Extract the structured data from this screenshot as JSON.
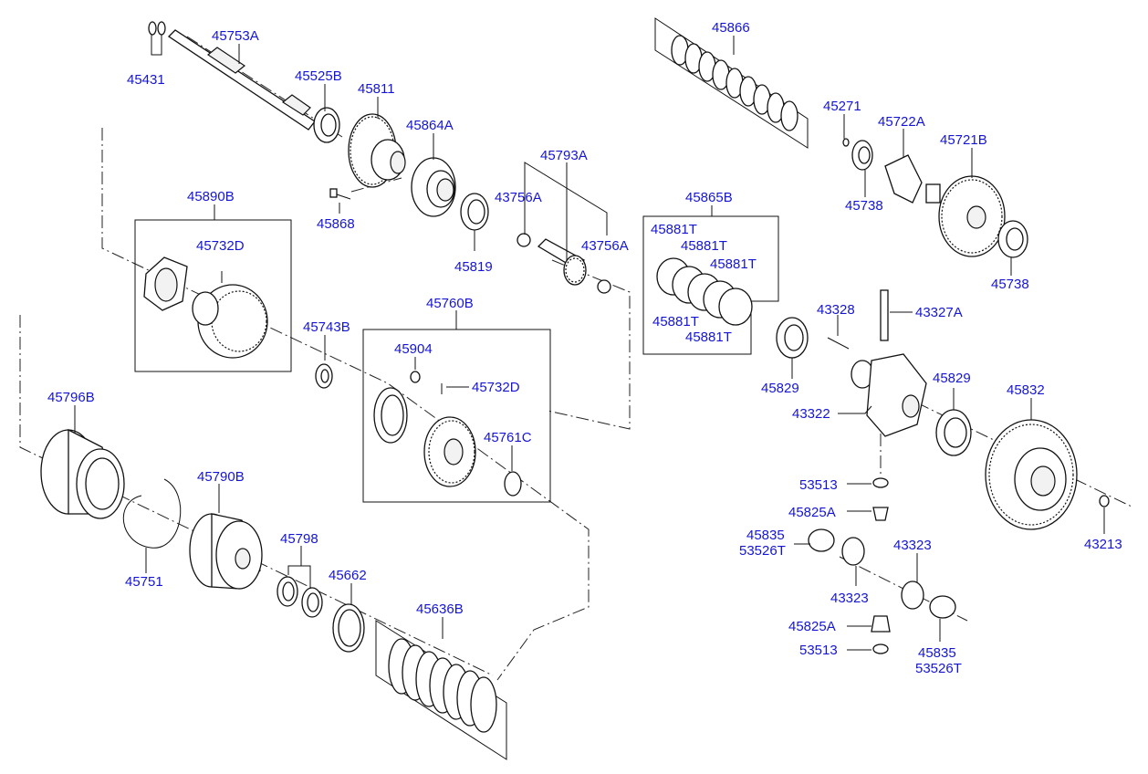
{
  "labels": {
    "p45431": "45431",
    "p45753A": "45753A",
    "p45525B": "45525B",
    "p45811": "45811",
    "p45864A": "45864A",
    "p45868": "45868",
    "p45819": "45819",
    "p45793A": "45793A",
    "p43756A_1": "43756A",
    "p43756A_2": "43756A",
    "p45890B": "45890B",
    "p45732D_1": "45732D",
    "p45743B": "45743B",
    "p45760B": "45760B",
    "p45904": "45904",
    "p45732D_2": "45732D",
    "p45761C": "45761C",
    "p45796B": "45796B",
    "p45790B": "45790B",
    "p45751": "45751",
    "p45798": "45798",
    "p45662": "45662",
    "p45636B": "45636B",
    "p45866": "45866",
    "p45271": "45271",
    "p45722A": "45722A",
    "p45721B": "45721B",
    "p45738_1": "45738",
    "p45738_2": "45738",
    "p45865B": "45865B",
    "p45881T_1": "45881T",
    "p45881T_2": "45881T",
    "p45881T_3": "45881T",
    "p45881T_4": "45881T",
    "p45881T_5": "45881T",
    "p43328": "43328",
    "p43327A": "43327A",
    "p45829_1": "45829",
    "p45829_2": "45829",
    "p43322": "43322",
    "p45832": "45832",
    "p43213": "43213",
    "p53513_1": "53513",
    "p53513_2": "53513",
    "p45825A_1": "45825A",
    "p45825A_2": "45825A",
    "p45835_1": "45835",
    "p53526T_1": "53526T",
    "p45835_2": "45835",
    "p53526T_2": "53526T",
    "p43323_1": "43323",
    "p43323_2": "43323"
  }
}
